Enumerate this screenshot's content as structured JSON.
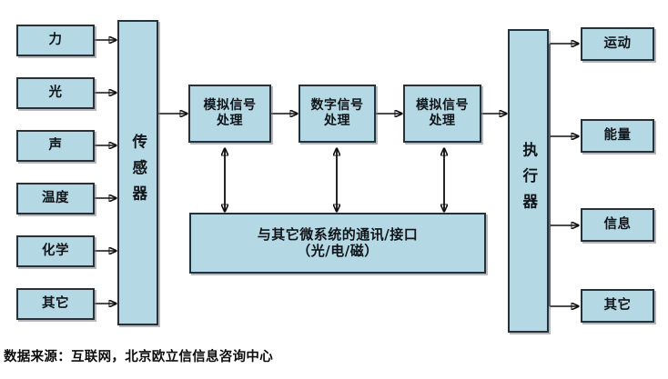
{
  "diagram": {
    "title_caption": "数据来源：互联网，北京欧立信信息咨询中心",
    "colors": {
      "box_fill": "#b4d9e5",
      "box_border": "#27313a",
      "arrow": "#111111",
      "background": "#ffffff",
      "shadow": "#78808699"
    },
    "inputs": [
      {
        "label": "力"
      },
      {
        "label": "光"
      },
      {
        "label": "声"
      },
      {
        "label": "温度"
      },
      {
        "label": "化学"
      },
      {
        "label": "其它"
      }
    ],
    "sensor_column": {
      "label": "传感器"
    },
    "processing": [
      {
        "label_line1": "模拟信号",
        "label_line2": "处理"
      },
      {
        "label_line1": "数字信号",
        "label_line2": "处理"
      },
      {
        "label_line1": "模拟信号",
        "label_line2": "处理"
      }
    ],
    "communication": {
      "label_line1": "与其它微系统的通讯/接口",
      "label_line2": "（光/电/磁）"
    },
    "actuator_column": {
      "label": "执行器"
    },
    "outputs": [
      {
        "label": "运动"
      },
      {
        "label": "能量"
      },
      {
        "label": "信息"
      },
      {
        "label": "其它"
      }
    ]
  }
}
